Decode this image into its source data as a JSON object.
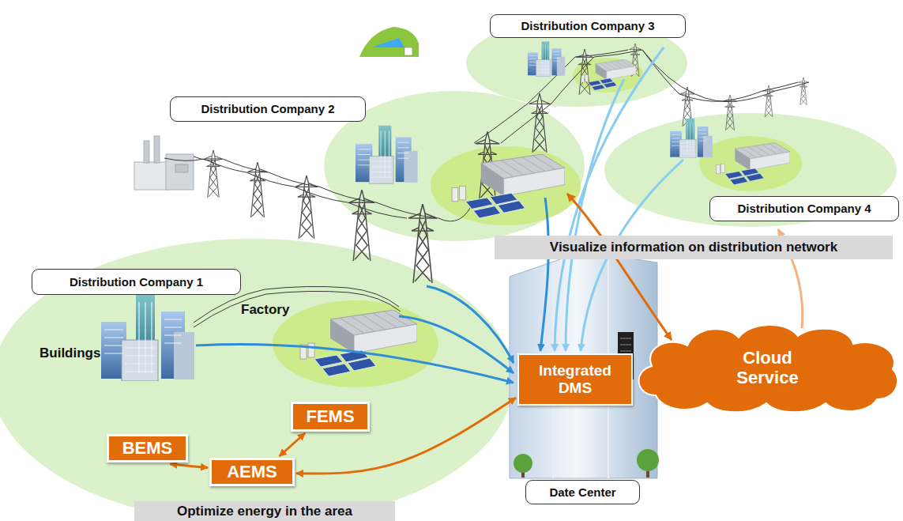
{
  "diagram": {
    "nodes": [
      {
        "text": [
          "Distribution Company 3"
        ]
      },
      {
        "text": [
          "Distribution Company 2"
        ]
      },
      {
        "text": [
          "Distribution Company 4"
        ]
      },
      {
        "text": [
          "Visualize information on distribution network"
        ]
      },
      {
        "text": [
          "Distribution Company 1"
        ]
      },
      {
        "text": [
          "Integrated DMS"
        ]
      },
      {
        "text": [
          "Cloud Service"
        ]
      },
      {
        "text": [
          "FEMS"
        ]
      },
      {
        "text": [
          "BEMS"
        ]
      },
      {
        "text": [
          "AEMS"
        ]
      },
      {
        "text": [
          "Date Center"
        ]
      },
      {
        "text": [
          "Optimize energy in the area"
        ]
      }
    ],
    "edges": [
      {
        "from": 8,
        "to": 9,
        "arrow": "both"
      },
      {
        "from": 9,
        "to": 7,
        "arrow": "both"
      },
      {
        "from": 9,
        "to": 5,
        "arrow": "both"
      }
    ],
    "labels": [
      "Factory",
      "Buildings"
    ]
  }
}
